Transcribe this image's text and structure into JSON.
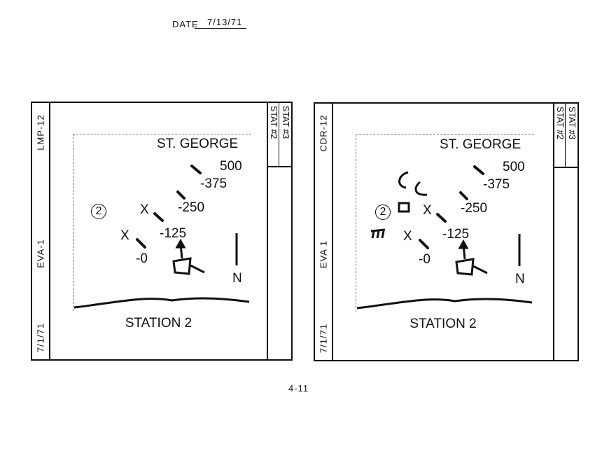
{
  "header": {
    "date_label": "DATE",
    "date_value": "7/13/71"
  },
  "page_number": "4-11",
  "cards": [
    {
      "crew": "LMP-12",
      "eva": "EVA-1",
      "date": "7/1/71",
      "tabs": [
        "STAT #2",
        "STAT #3"
      ],
      "map": {
        "landmark": "ST. GEORGE",
        "station_marker": "2",
        "ranges": [
          "500",
          "-375",
          "-250",
          "-125",
          "-0"
        ],
        "sample_marks": [
          "X",
          "X"
        ],
        "north": "N"
      },
      "title": "STATION 2"
    },
    {
      "crew": "CDR-12",
      "eva": "EVA 1",
      "date": "7/1/71",
      "tabs": [
        "STAT #2",
        "STAT #3"
      ],
      "map": {
        "landmark": "ST. GEORGE",
        "station_marker": "2",
        "ranges": [
          "500",
          "-375",
          "-250",
          "-125",
          "-0"
        ],
        "sample_marks": [
          "X",
          "X"
        ],
        "north": "N"
      },
      "title": "STATION 2"
    }
  ]
}
